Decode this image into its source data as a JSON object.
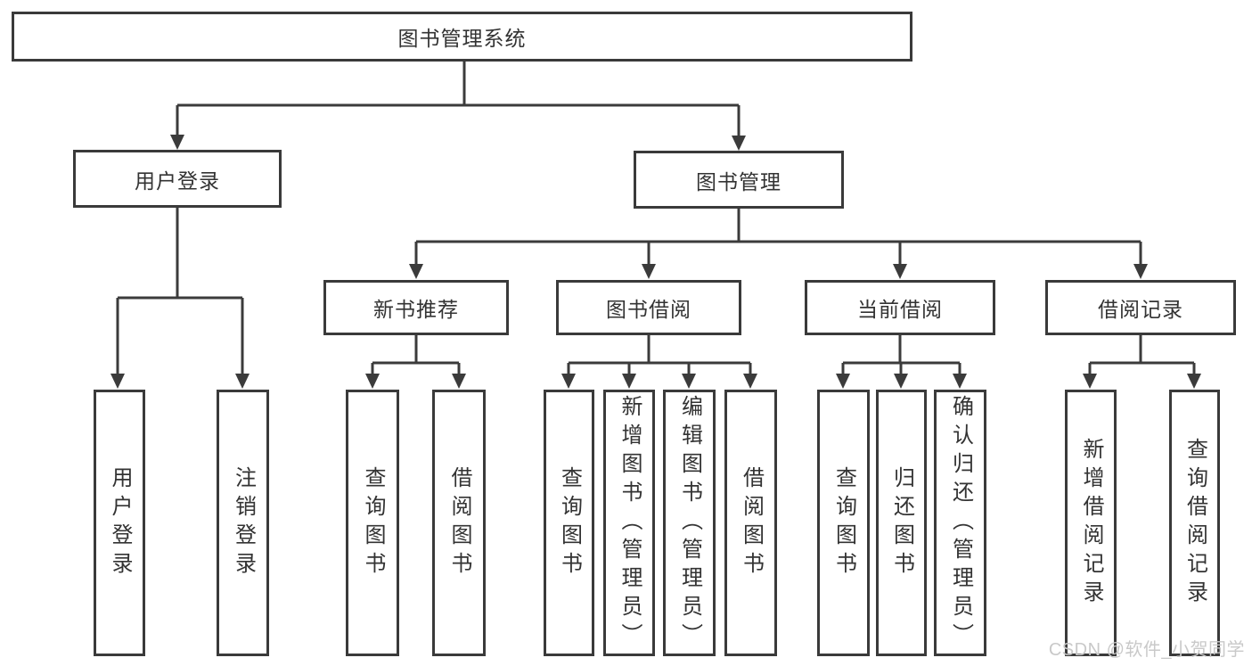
{
  "colors": {
    "line": "#3b3b3b",
    "border": "#3a3a3a",
    "text": "#333333",
    "bg": "#ffffff",
    "watermark": "#c9c9c9"
  },
  "diagram": {
    "root": {
      "label": "图书管理系统"
    },
    "branches": {
      "user_login": {
        "label": "用户登录",
        "children": {
          "login": "用户登录",
          "logout": "注销登录"
        }
      },
      "book_management": {
        "label": "图书管理",
        "sections": {
          "new_book": {
            "label": "新书推荐",
            "children": {
              "query": "查询图书",
              "borrow": "借阅图书"
            }
          },
          "borrowing": {
            "label": "图书借阅",
            "children": {
              "query": "查询图书",
              "add": "新增图书（管理员）",
              "edit": "编辑图书（管理员）",
              "borrow": "借阅图书"
            }
          },
          "current": {
            "label": "当前借阅",
            "children": {
              "query": "查询图书",
              "return": "归还图书",
              "confirm": "确认归还（管理员）"
            }
          },
          "records": {
            "label": "借阅记录",
            "children": {
              "add": "新增借阅记录",
              "query": "查询借阅记录"
            }
          }
        }
      }
    }
  },
  "watermark": {
    "text": "CSDN @软件_小贺同学"
  }
}
